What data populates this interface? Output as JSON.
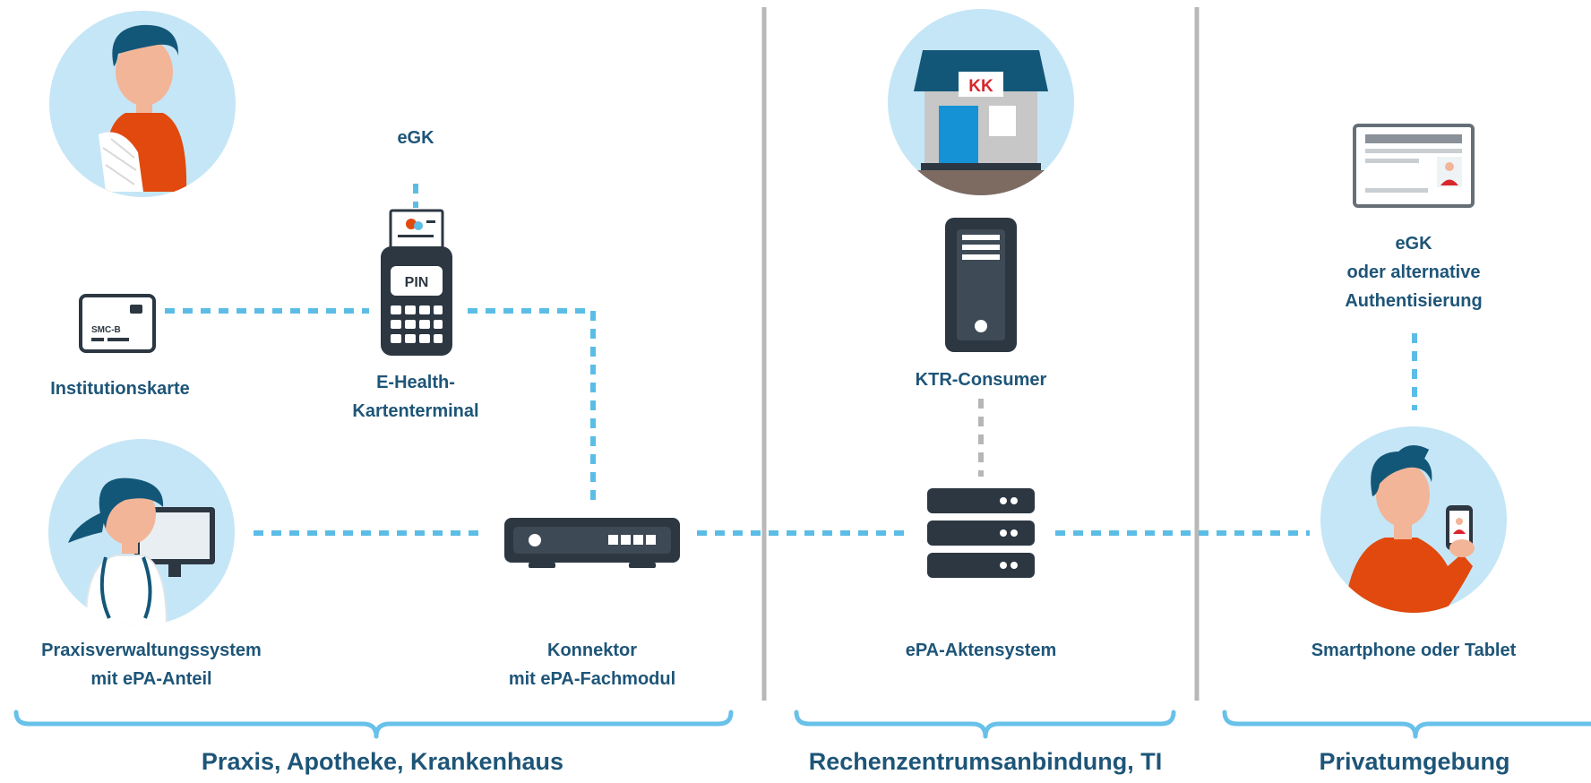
{
  "labels": {
    "egk_top": "eGK",
    "institutionskarte": "Institutionskarte",
    "terminal_line1": "E-Health-",
    "terminal_line2": "Kartenterminal",
    "pvs_line1": "Praxisverwaltungssystem",
    "pvs_line2": "mit ePA-Anteil",
    "konnektor_line1": "Konnektor",
    "konnektor_line2": "mit ePA-Fachmodul",
    "ktr": "KTR-Consumer",
    "aktensystem": "ePA-Aktensystem",
    "egk_right_line1": "eGK",
    "egk_right_line2": "oder alternative",
    "egk_right_line3": "Authentisierung",
    "smartphone": "Smartphone oder Tablet"
  },
  "icon_text": {
    "smcb": "SMC-B",
    "pin": "PIN",
    "kk": "KK"
  },
  "zones": {
    "praxis": "Praxis, Apotheke, Krankenhaus",
    "rechenzentrum": "Rechenzentrumsanbindung, TI",
    "privat": "Privatumgebung"
  },
  "colors": {
    "circle_bg": "#c5e6f6",
    "dark": "#2c3742",
    "label": "#1e5578",
    "dotted": "#5bbde6",
    "gray_dotted": "#b6b6b6",
    "divider": "#b8b8b8",
    "brace": "#68c1e9",
    "orange": "#e1490e",
    "kk_red": "#d9262c"
  }
}
